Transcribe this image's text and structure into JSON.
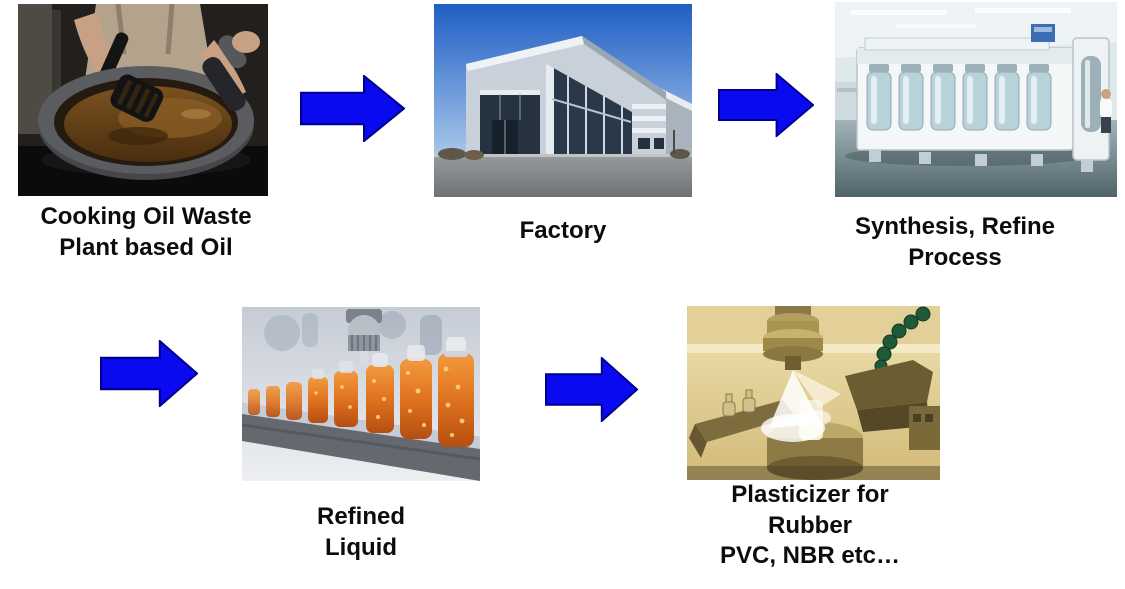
{
  "page": {
    "background": "#ffffff"
  },
  "diagram": {
    "arrow": {
      "fill": "#0a0af0",
      "stroke": "#00008b"
    },
    "steps": [
      {
        "label": "Cooking Oil Waste\nPlant based Oil",
        "photo": "frying-pan-with-used-cooking-oil-photo"
      },
      {
        "label": "Factory",
        "photo": "industrial-factory-building-photo"
      },
      {
        "label": "Synthesis, Refine\nProcess",
        "photo": "synthesis-refining-machine-cleanroom-photo"
      },
      {
        "label": "Refined\nLiquid",
        "photo": "bottles-of-refined-orange-liquid-on-conveyor-photo"
      },
      {
        "label": "Plasticizer for\nRubber\nPVC, NBR etc…",
        "photo": "cnc-machining-with-coolant-photo"
      }
    ]
  }
}
